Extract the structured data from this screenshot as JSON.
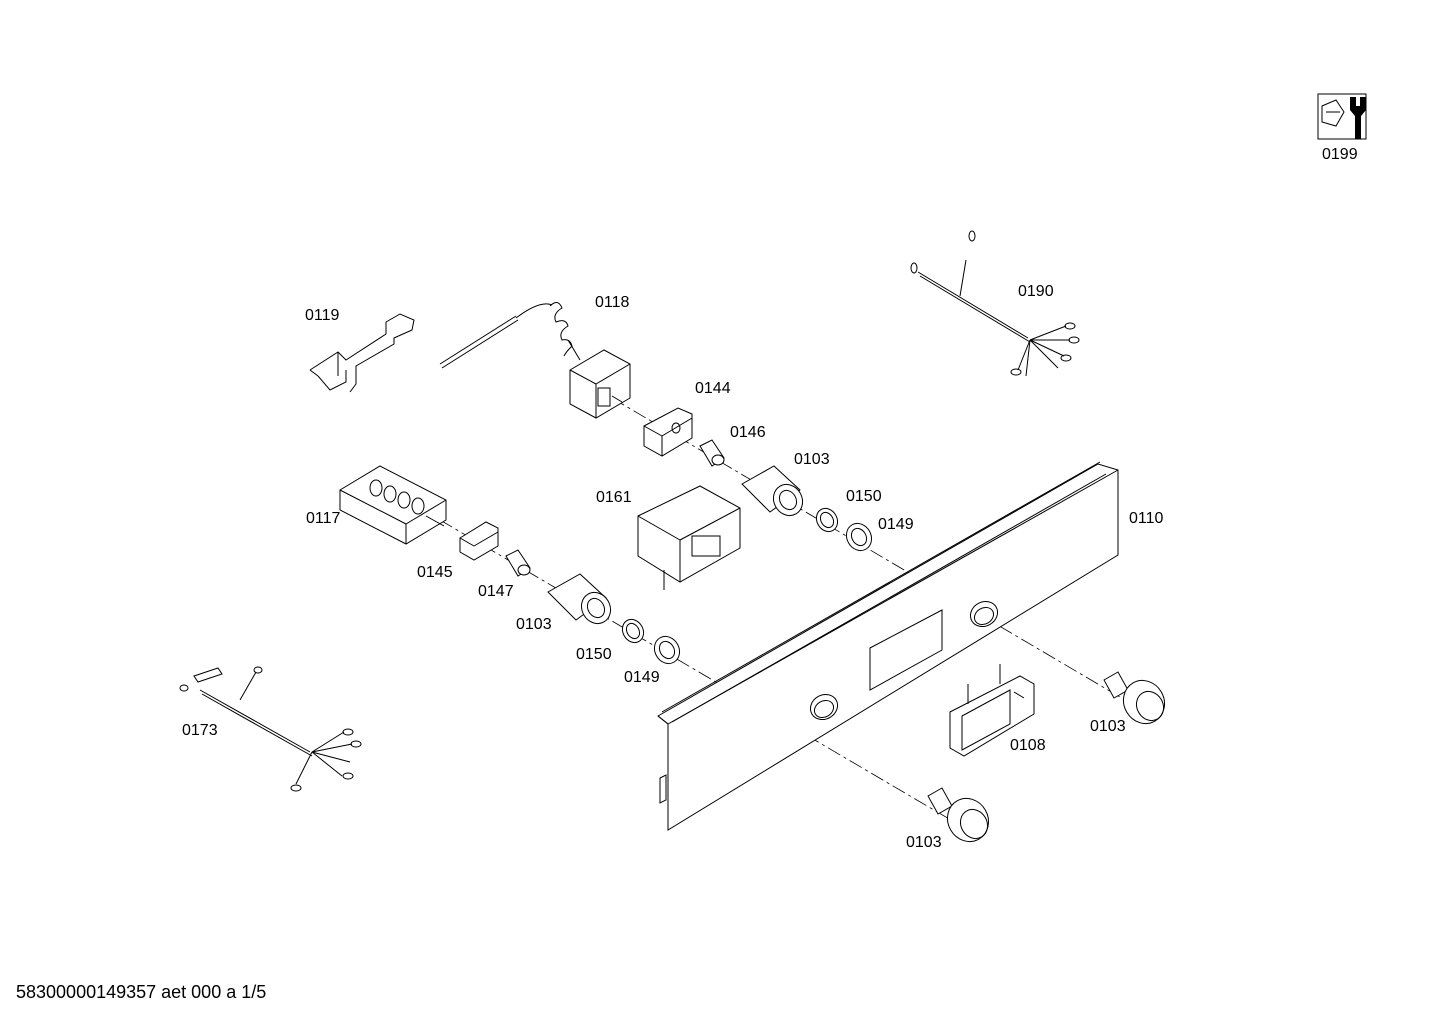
{
  "footer": "58300000149357 aet 000 a 1/5",
  "parts": [
    {
      "id": "p0199",
      "label": "0199"
    },
    {
      "id": "p0190",
      "label": "0190"
    },
    {
      "id": "p0119",
      "label": "0119"
    },
    {
      "id": "p0118",
      "label": "0118"
    },
    {
      "id": "p0144",
      "label": "0144"
    },
    {
      "id": "p0146",
      "label": "0146"
    },
    {
      "id": "p0103a",
      "label": "0103"
    },
    {
      "id": "p0161",
      "label": "0161"
    },
    {
      "id": "p0150a",
      "label": "0150"
    },
    {
      "id": "p0149a",
      "label": "0149"
    },
    {
      "id": "p0110",
      "label": "0110"
    },
    {
      "id": "p0117",
      "label": "0117"
    },
    {
      "id": "p0145",
      "label": "0145"
    },
    {
      "id": "p0147",
      "label": "0147"
    },
    {
      "id": "p0103b",
      "label": "0103"
    },
    {
      "id": "p0150b",
      "label": "0150"
    },
    {
      "id": "p0149b",
      "label": "0149"
    },
    {
      "id": "p0173",
      "label": "0173"
    },
    {
      "id": "p0108",
      "label": "0108"
    },
    {
      "id": "p0103c",
      "label": "0103"
    },
    {
      "id": "p0103d",
      "label": "0103"
    }
  ]
}
